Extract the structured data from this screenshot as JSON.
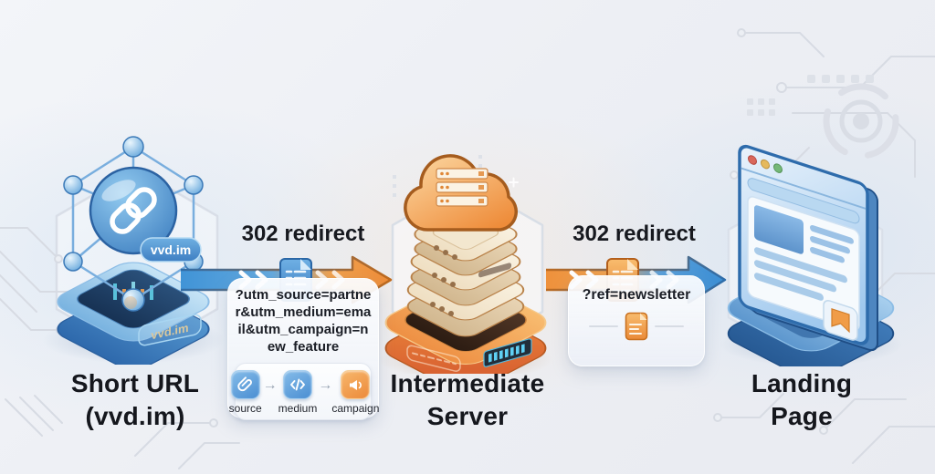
{
  "nodes": {
    "short_url": {
      "label_line1": "Short URL",
      "label_line2": "(vvd.im)",
      "badge": "vvd.im",
      "platform_text": "vvd.im",
      "icon": "chain-link-icon"
    },
    "intermediate_server": {
      "label_line1": "Intermediate",
      "label_line2": "Server",
      "icon": "cloud-server-icon"
    },
    "landing_page": {
      "label_line1": "Landing",
      "label_line2": "Page",
      "icon": "browser-window-icon"
    }
  },
  "redirects": {
    "first": {
      "title": "302 redirect",
      "params": "?utm_source=partner&utm_medium=email&utm_campaign=new_feature",
      "doc_icon": "blue-document-icon",
      "arrow_separator": "→",
      "steps": [
        {
          "label": "source",
          "icon": "paperclip-icon"
        },
        {
          "label": "medium",
          "icon": "code-icon"
        },
        {
          "label": "campaign",
          "icon": "megaphone-icon"
        }
      ]
    },
    "second": {
      "title": "302 redirect",
      "params": "?ref=newsletter",
      "doc_icon": "orange-document-icon"
    }
  },
  "colors": {
    "accent_blue": "#4497dc",
    "accent_orange": "#f0923c",
    "background": "#eef0f4",
    "text": "#15171d"
  }
}
